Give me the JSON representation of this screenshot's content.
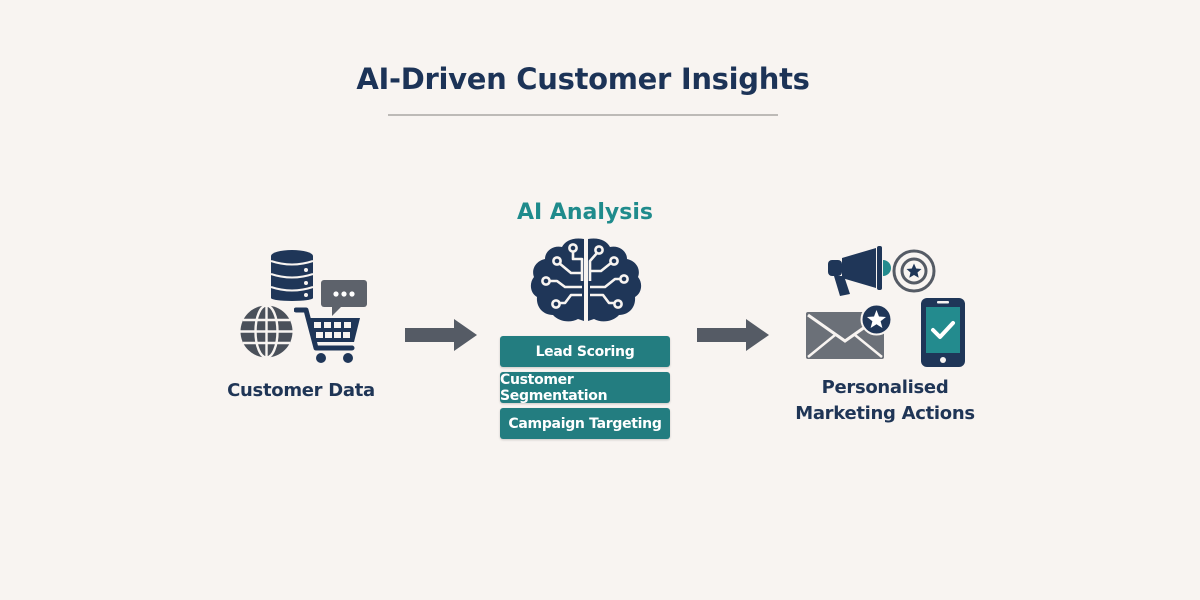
{
  "title": "AI-Driven Customer Insights",
  "input": {
    "label": "Customer Data",
    "icons": [
      "database-icon",
      "chat-bubble-icon",
      "globe-icon",
      "shopping-cart-icon"
    ]
  },
  "analysis": {
    "heading": "AI Analysis",
    "icon": "ai-brain-circuit-icon",
    "steps": [
      {
        "label": "Lead Scoring"
      },
      {
        "label": "Customer Segmentation"
      },
      {
        "label": "Campaign Targeting"
      }
    ]
  },
  "output": {
    "label_line1": "Personalised",
    "label_line2": "Marketing Actions",
    "icons": [
      "megaphone-icon",
      "target-star-icon",
      "email-star-icon",
      "mobile-check-icon"
    ]
  },
  "colors": {
    "navy": "#1c3357",
    "teal": "#237d80",
    "teal_text": "#1f8b8c",
    "gray": "#5d626b",
    "background": "#f8f4f1"
  }
}
